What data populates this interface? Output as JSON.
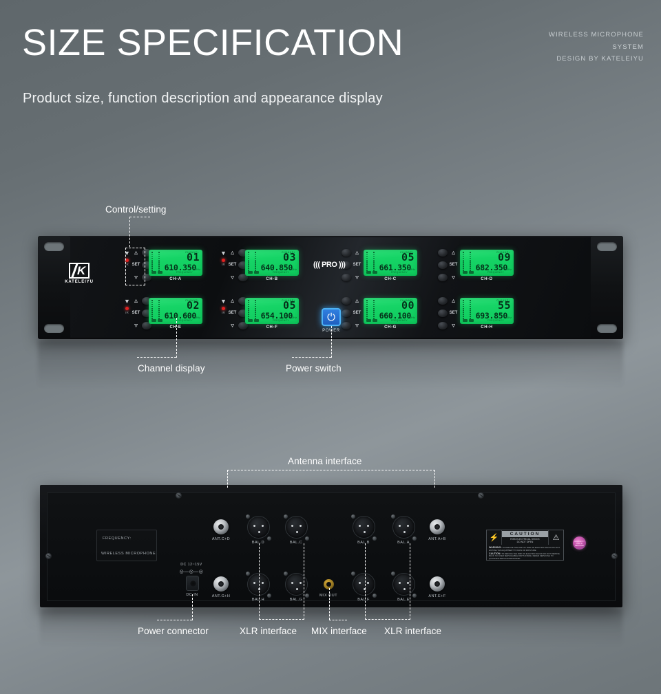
{
  "header": {
    "title": "SIZE SPECIFICATION",
    "subtitle": "Product size, function description and appearance display",
    "right_lines": [
      "WIRELESS MICROPHONE",
      "SYSTEM",
      "DESIGN BY KATELEIYU"
    ]
  },
  "brand": {
    "name": "KATELEIYU",
    "mark": "K"
  },
  "front_panel": {
    "pro_logo": "((( PRO )))",
    "power_label": "POWER",
    "power_icon": "power-icon",
    "control_labels": {
      "up": "△",
      "set": "SET",
      "down": "▽",
      "ir": "IR",
      "antenna_icon": "antenna-icon"
    },
    "lcd_labels": {
      "channel": "CHANNEL",
      "frequency": "FREQUENCY",
      "unit": "MHz"
    },
    "channels": [
      {
        "name": "CH-A",
        "channel": "01",
        "frequency": "610.350"
      },
      {
        "name": "CH-B",
        "channel": "03",
        "frequency": "640.850"
      },
      {
        "name": "CH-C",
        "channel": "05",
        "frequency": "661.350"
      },
      {
        "name": "CH-D",
        "channel": "09",
        "frequency": "682.350"
      },
      {
        "name": "CH-E",
        "channel": "02",
        "frequency": "610.600"
      },
      {
        "name": "CH-F",
        "channel": "05",
        "frequency": "654.100"
      },
      {
        "name": "CH-G",
        "channel": "00",
        "frequency": "660.100"
      },
      {
        "name": "CH-H",
        "channel": "55",
        "frequency": "693.850"
      }
    ]
  },
  "rear_panel": {
    "frequency_plate": {
      "line1": "FREQUENCY:",
      "line2": "WIRELESS MICROPHONE"
    },
    "dc_voltage": "DC 12~15V",
    "ports": [
      {
        "label": "DC IN",
        "type": "dc-jack"
      },
      {
        "label": "ANT.C+D",
        "type": "bnc"
      },
      {
        "label": "BAL.D",
        "type": "xlr"
      },
      {
        "label": "BAL.C",
        "type": "xlr"
      },
      {
        "label": "BAL.B",
        "type": "xlr"
      },
      {
        "label": "BAL.A",
        "type": "xlr"
      },
      {
        "label": "ANT.A+B",
        "type": "bnc"
      },
      {
        "label": "ANT.G+H",
        "type": "bnc"
      },
      {
        "label": "BAL.H",
        "type": "xlr"
      },
      {
        "label": "BAL.G",
        "type": "xlr"
      },
      {
        "label": "MIX OUT",
        "type": "mix-jack"
      },
      {
        "label": "BAL.F",
        "type": "xlr"
      },
      {
        "label": "BAL.E",
        "type": "xlr"
      },
      {
        "label": "ANT.E+F",
        "type": "bnc"
      }
    ],
    "caution": {
      "title": "CAUTION",
      "subtitle_line1": "RISK ELECTRICAL SHOCK",
      "subtitle_line2": "DO NOT OPEN",
      "warning_label": "WARNING:",
      "warning_text": "TO REDUCE THE RISK OF FIRE OR ELECTRIC SHOCK DO NOT EXPOSE THIS EQUIPMENT TO RAIN OR MOISTURE.",
      "caution_label": "CAUTION:",
      "caution_text": "TO REDUCE THE RISK OF ELECTRIC SHOCK DO NOT REMOVE BACK. NO USER SERVICEABLE PARTS INSIDE. REFER SERVICING TO QUALIFIED SERVICE PERSONNEL.",
      "bolt_icon": "lightning-bolt-icon",
      "exclaim_icon": "exclamation-triangle-icon"
    },
    "holo_sticker": "WARRANTY VOID IF REMOVED"
  },
  "annotations": {
    "control_setting": "Control/setting",
    "channel_display": "Channel display",
    "power_switch": "Power switch",
    "antenna_interface": "Antenna interface",
    "power_connector": "Power connector",
    "xlr_interface_left": "XLR interface",
    "mix_interface": "MIX interface",
    "xlr_interface_right": "XLR interface"
  }
}
